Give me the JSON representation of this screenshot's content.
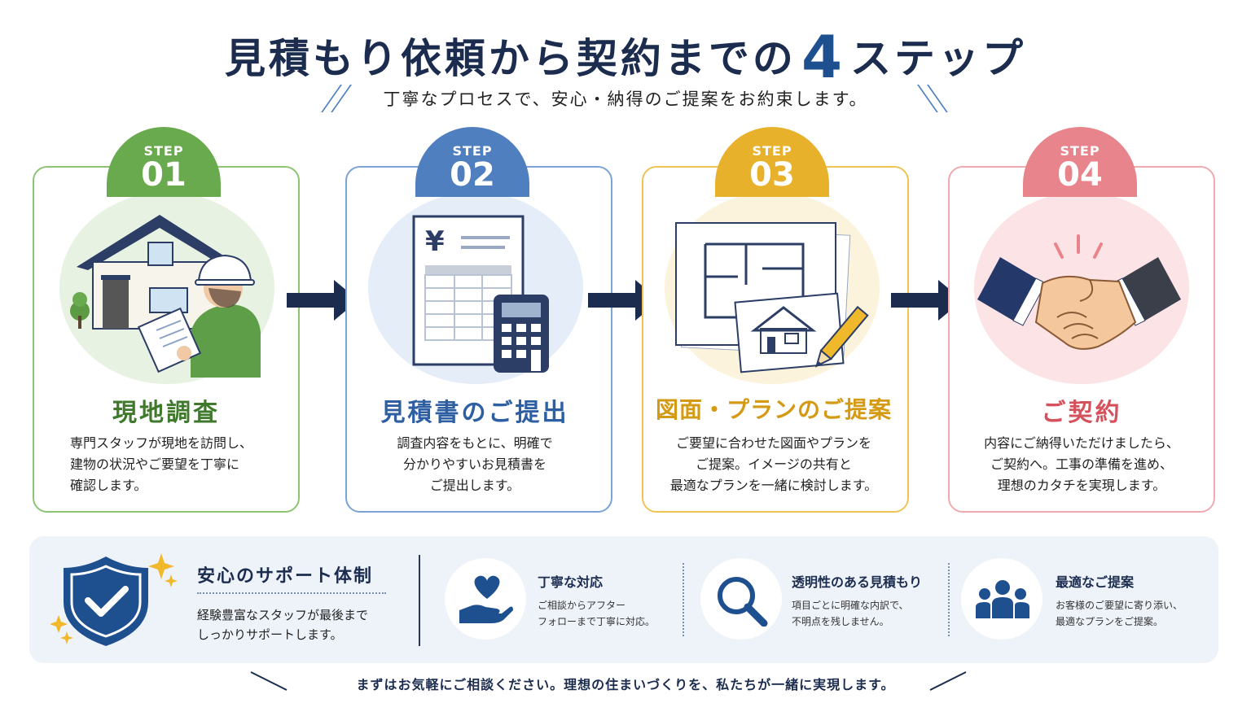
{
  "header": {
    "title_before": "見積もり依頼から契約までの",
    "title_number": "4",
    "title_after": "ステップ",
    "subtitle": "丁寧なプロセスで、安心・納得のご提案をお約束します。"
  },
  "colors": {
    "navy": "#1b2c4f",
    "step1": "#6aaa4f",
    "step2": "#4f7fbf",
    "step3": "#e7b12c",
    "step4": "#e8848b"
  },
  "steps": [
    {
      "step_label": "STEP",
      "number": "01",
      "title": "現地調査",
      "icon": "surveyor-house-icon",
      "desc_lines": [
        "専門スタッフが現地を訪問し、",
        "建物の状況やご要望を丁寧に",
        "確認します。"
      ]
    },
    {
      "step_label": "STEP",
      "number": "02",
      "title": "見積書のご提出",
      "icon": "estimate-calculator-icon",
      "desc_lines": [
        "調査内容をもとに、明確で",
        "分かりやすいお見積書を",
        "ご提出します。"
      ]
    },
    {
      "step_label": "STEP",
      "number": "03",
      "title": "図面・プランのご提案",
      "icon": "blueprint-pencil-icon",
      "desc_lines": [
        "ご要望に合わせた図面やプランを",
        "ご提案。イメージの共有と",
        "最適なプランを一緒に検討します。"
      ]
    },
    {
      "step_label": "STEP",
      "number": "04",
      "title": "ご契約",
      "icon": "handshake-icon",
      "desc_lines": [
        "内容にご納得いただけましたら、",
        "ご契約へ。工事の準備を進め、",
        "理想のカタチを実現します。"
      ]
    }
  ],
  "support": {
    "title": "安心のサポート体制",
    "desc_lines": [
      "経験豊富なスタッフが最後まで",
      "しっかりサポートします。"
    ],
    "features": [
      {
        "title": "丁寧な対応",
        "icon": "heart-hand-icon",
        "desc_lines": [
          "ご相談からアフター",
          "フォローまで丁寧に対応。"
        ]
      },
      {
        "title": "透明性のある見積もり",
        "icon": "magnifier-icon",
        "desc_lines": [
          "項目ごとに明確な内訳で、",
          "不明点を残しません。"
        ]
      },
      {
        "title": "最適なご提案",
        "icon": "people-icon",
        "desc_lines": [
          "お客様のご要望に寄り添い、",
          "最適なプランをご提案。"
        ]
      }
    ]
  },
  "footer": "まずはお気軽にご相談ください。理想の住まいづくりを、私たちが一緒に実現します。"
}
